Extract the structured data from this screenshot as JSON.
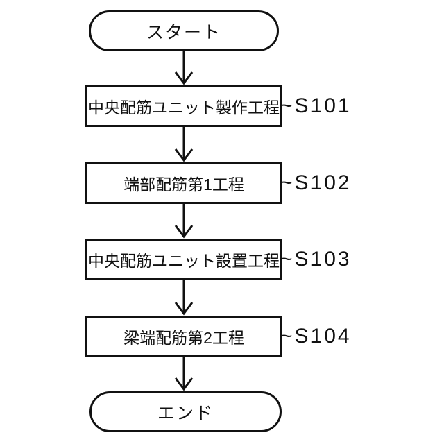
{
  "flow": {
    "start_label": "スタート",
    "end_label": "エンド",
    "steps": [
      {
        "label": "中央配筋ユニット製作工程",
        "ref": "~S101"
      },
      {
        "label": "端部配筋第1工程",
        "ref": "~S102"
      },
      {
        "label": "中央配筋ユニット設置工程",
        "ref": "~S103"
      },
      {
        "label": "梁端配筋第2工程",
        "ref": "~S104"
      }
    ],
    "colors": {
      "line": "#111111",
      "background": "#ffffff"
    }
  }
}
